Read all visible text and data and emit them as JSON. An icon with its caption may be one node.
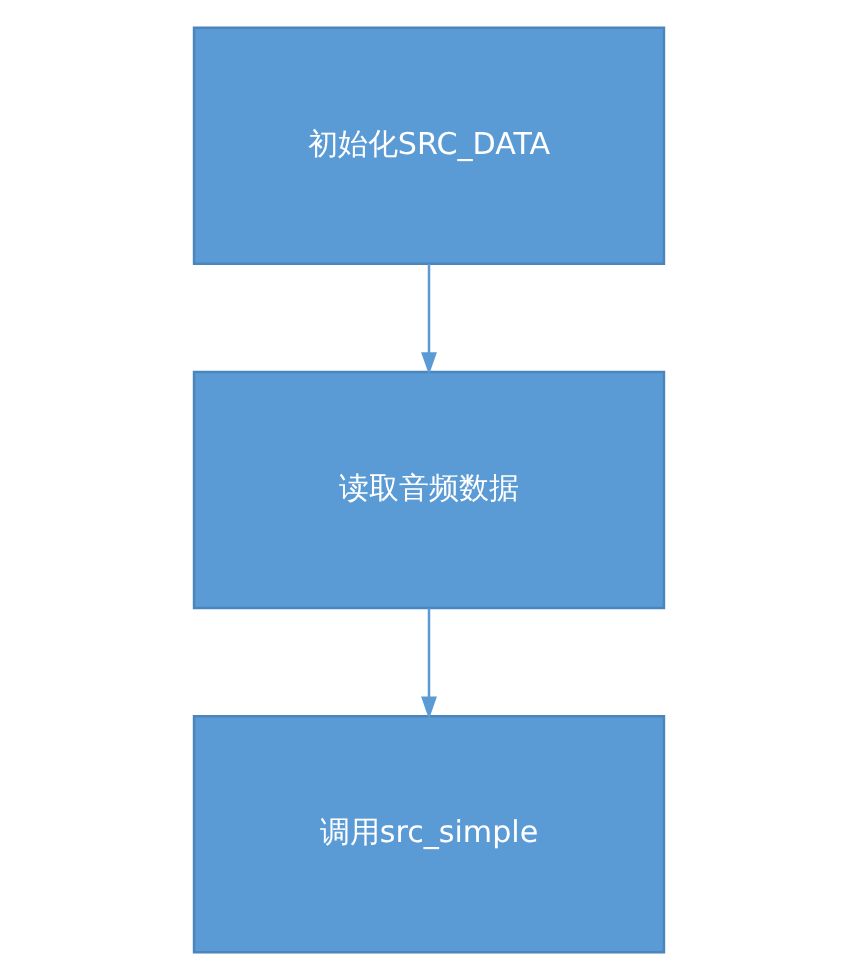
{
  "diagram": {
    "nodes": [
      {
        "text": [
          "初始化SRC_DATA"
        ]
      },
      {
        "text": [
          "读取音频数据"
        ]
      },
      {
        "text": [
          "调用src_simple"
        ]
      }
    ],
    "edges": [
      {
        "from": 0,
        "to": 1,
        "arrow": "to"
      },
      {
        "from": 1,
        "to": 2,
        "arrow": "to"
      }
    ]
  }
}
